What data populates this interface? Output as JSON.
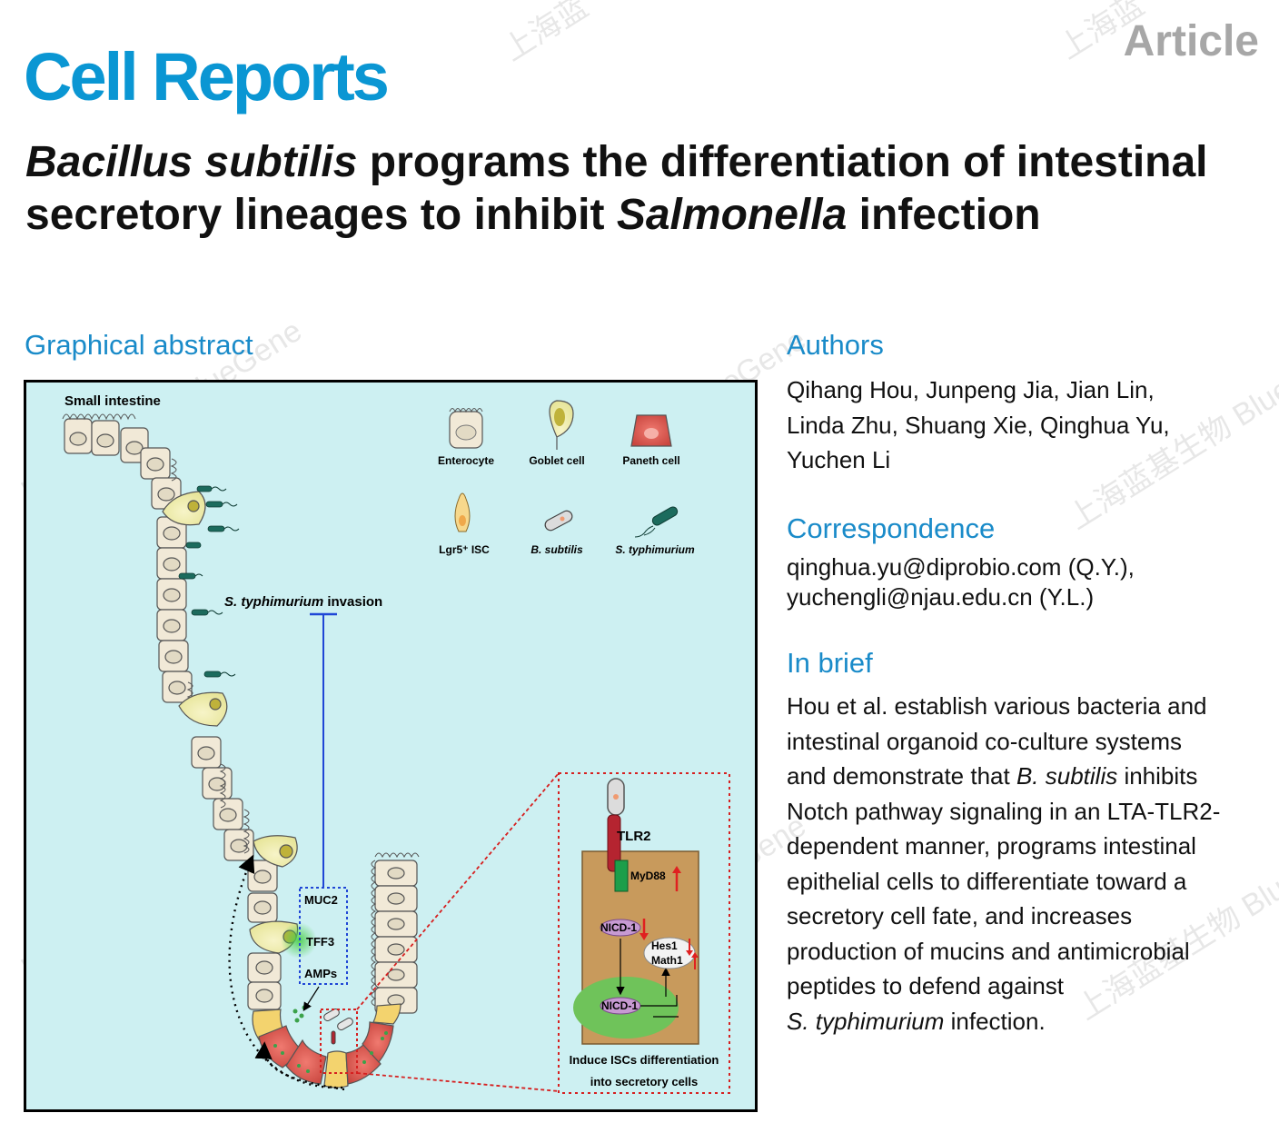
{
  "header": {
    "journal": "Cell Reports",
    "article_type": "Article"
  },
  "title": {
    "part1_italic": "Bacillus subtilis",
    "part2": " programs the differentiation of intestinal secretory lineages to inhibit ",
    "part3_italic": "Salmonella",
    "part4": " infection"
  },
  "graphical_abstract": {
    "heading": "Graphical abstract",
    "small_intestine": "Small intestine",
    "legend": {
      "enterocyte": "Enterocyte",
      "goblet": "Goblet cell",
      "paneth": "Paneth cell",
      "isc": "Lgr5⁺ ISC",
      "bsub": "B. subtilis",
      "styph": "S. typhimurium"
    },
    "invasion_italic": "S.  typhimurium",
    "invasion_rest": " invasion",
    "muc2": "MUC2",
    "tff3": "TFF3",
    "amps": "AMPs",
    "tlr2": "TLR2",
    "myd88": "MyD88",
    "nicd_top": "NICD-1",
    "nicd_bottom": "NICD-1",
    "hes1": "Hes1",
    "math1": "Math1",
    "induce_line1": "Induce ISCs differentiation",
    "induce_line2": "into secretory cells",
    "colors": {
      "background": "#cdf0f2",
      "tlr2": "#b52430",
      "myd88": "#1d9e4a",
      "nucleus": "#6fc35a",
      "cell_box": "#c89a5c"
    }
  },
  "authors": {
    "heading": "Authors",
    "line1": "Qihang Hou, Junpeng Jia, Jian Lin,",
    "line2": "Linda Zhu, Shuang Xie, Qinghua Yu,",
    "line3": "Yuchen Li"
  },
  "correspondence": {
    "heading": "Correspondence",
    "line1": "qinghua.yu@diprobio.com (Q.Y.),",
    "line2": "yuchengli@njau.edu.cn (Y.L.)"
  },
  "in_brief": {
    "heading": "In brief",
    "line1": "Hou et al. establish various bacteria and",
    "line2": "intestinal organoid co-culture systems",
    "line3a": "and demonstrate that ",
    "line3b_italic": "B. subtilis",
    "line3c": " inhibits",
    "line4": "Notch pathway signaling in an LTA-TLR2-",
    "line5": "dependent manner, programs intestinal",
    "line6": "epithelial cells to differentiate toward a",
    "line7": "secretory cell fate, and increases",
    "line8": "production of mucins and antimicrobial",
    "line9": "peptides to defend against",
    "line10a_italic": "S. typhimurium",
    "line10b": " infection."
  },
  "watermarks": {
    "cn": "上海蓝基生物",
    "en": "BlueGene",
    "cn_short": "上海蓝",
    "cn_full_en": "上海蓝基生物 BlueGene",
    "blue": "Blue"
  }
}
